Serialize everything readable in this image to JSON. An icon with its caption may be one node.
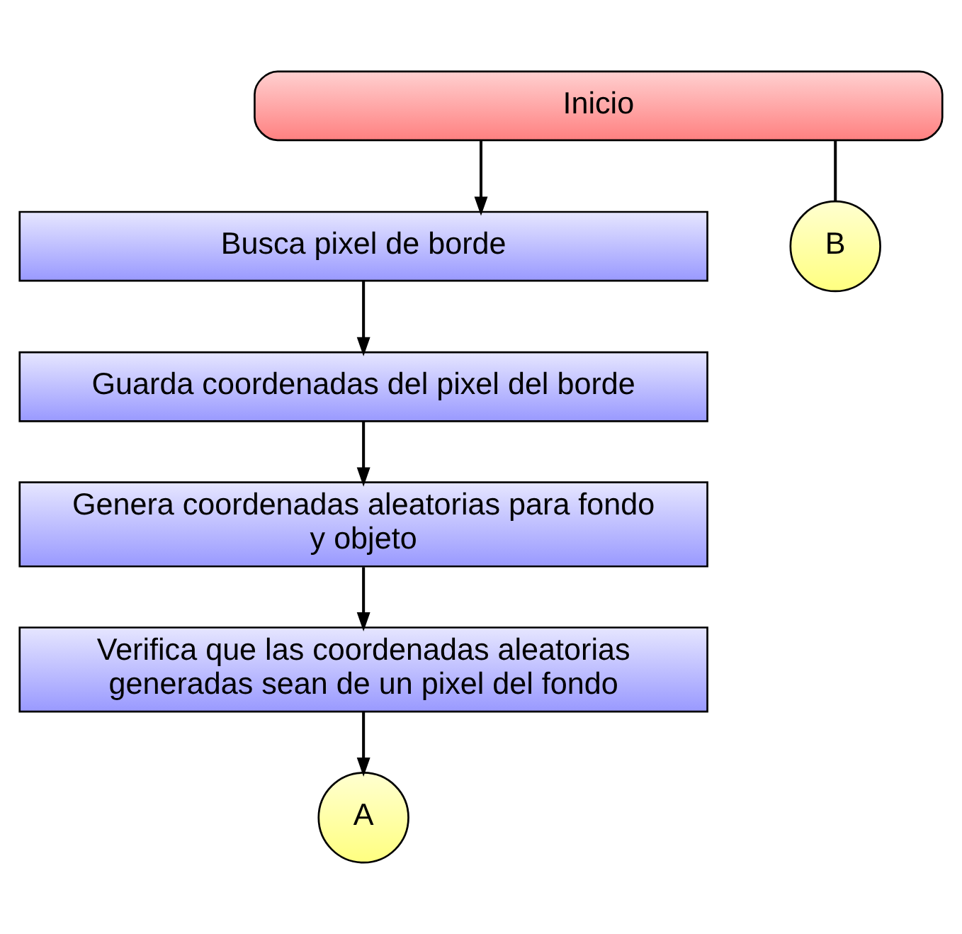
{
  "diagram": {
    "nodes": [
      {
        "text": [
          "Inicio"
        ]
      },
      {
        "text": [
          "Busca pixel de borde"
        ]
      },
      {
        "text": [
          "Guarda coordenadas del pixel del borde"
        ]
      },
      {
        "text": [
          "Genera coordenadas aleatorias para fondo y objeto"
        ]
      },
      {
        "text": [
          "Verifica que las coordenadas aleatorias generadas sean de un pixel del fondo"
        ]
      },
      {
        "text": [
          "A"
        ]
      },
      {
        "text": [
          "B"
        ]
      }
    ],
    "edges": [
      {
        "from": 0,
        "to": 1,
        "arrow": "to"
      },
      {
        "from": 1,
        "to": 2,
        "arrow": "to"
      },
      {
        "from": 2,
        "to": 3,
        "arrow": "to"
      },
      {
        "from": 3,
        "to": 4,
        "arrow": "to"
      },
      {
        "from": 4,
        "to": 5,
        "arrow": "to"
      },
      {
        "from": 0,
        "to": 6,
        "arrow": "none"
      }
    ]
  }
}
